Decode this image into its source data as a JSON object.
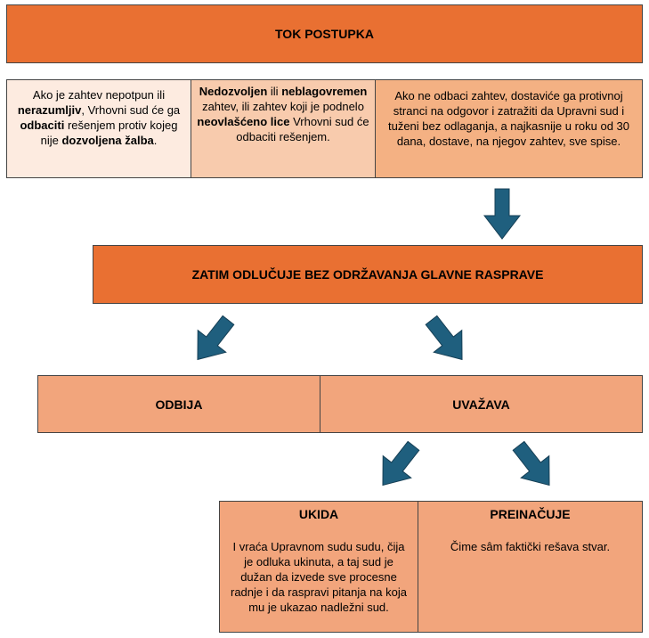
{
  "title": "TOK POSTUPKA",
  "col1": {
    "t1": "Ako je zahtev nepotpun ili ",
    "b1": "nerazumljiv",
    "t2": ", Vrhovni sud će ga ",
    "b2": "odbaciti",
    "t3": " rešenjem protiv kojeg nije ",
    "b3": "dozvoljena žalba",
    "t4": "."
  },
  "col2": {
    "b1": "Nedozvoljen",
    "t1": " ili ",
    "b2": "neblagovremen",
    "t2": " zahtev, ili zahtev koji je podnelo ",
    "b3": "neovlašćeno lice",
    "t3": " Vrhovni sud će odbaciti rešenjem."
  },
  "col3": "Ako ne odbaci zahtev, dostaviće ga protivnoj stranci na odgovor i zatražiti da Upravni sud i tuženi bez odlaganja, a najkasnije u roku od 30 dana, dostave, na njegov zahtev, sve spise.",
  "decision": "ZATIM ODLUČUJE  BEZ ODRŽAVANJA GLAVNE RASPRAVE",
  "reject": "ODBIJA",
  "accept": "UVAŽAVA",
  "annul": {
    "heading": "UKIDA",
    "text": "I vraća Upravnom sudu sudu, čija je odluka ukinuta, a taj sud je dužan da izvede sve procesne radnje i da raspravi pitanja na koja mu je ukazao nadležni sud."
  },
  "modify": {
    "heading": "PREINAČUJE",
    "text": "Čime sâm faktički rešava stvar."
  },
  "colors": {
    "dark_orange": "#e97032",
    "arrow": "#1f5f7e"
  }
}
